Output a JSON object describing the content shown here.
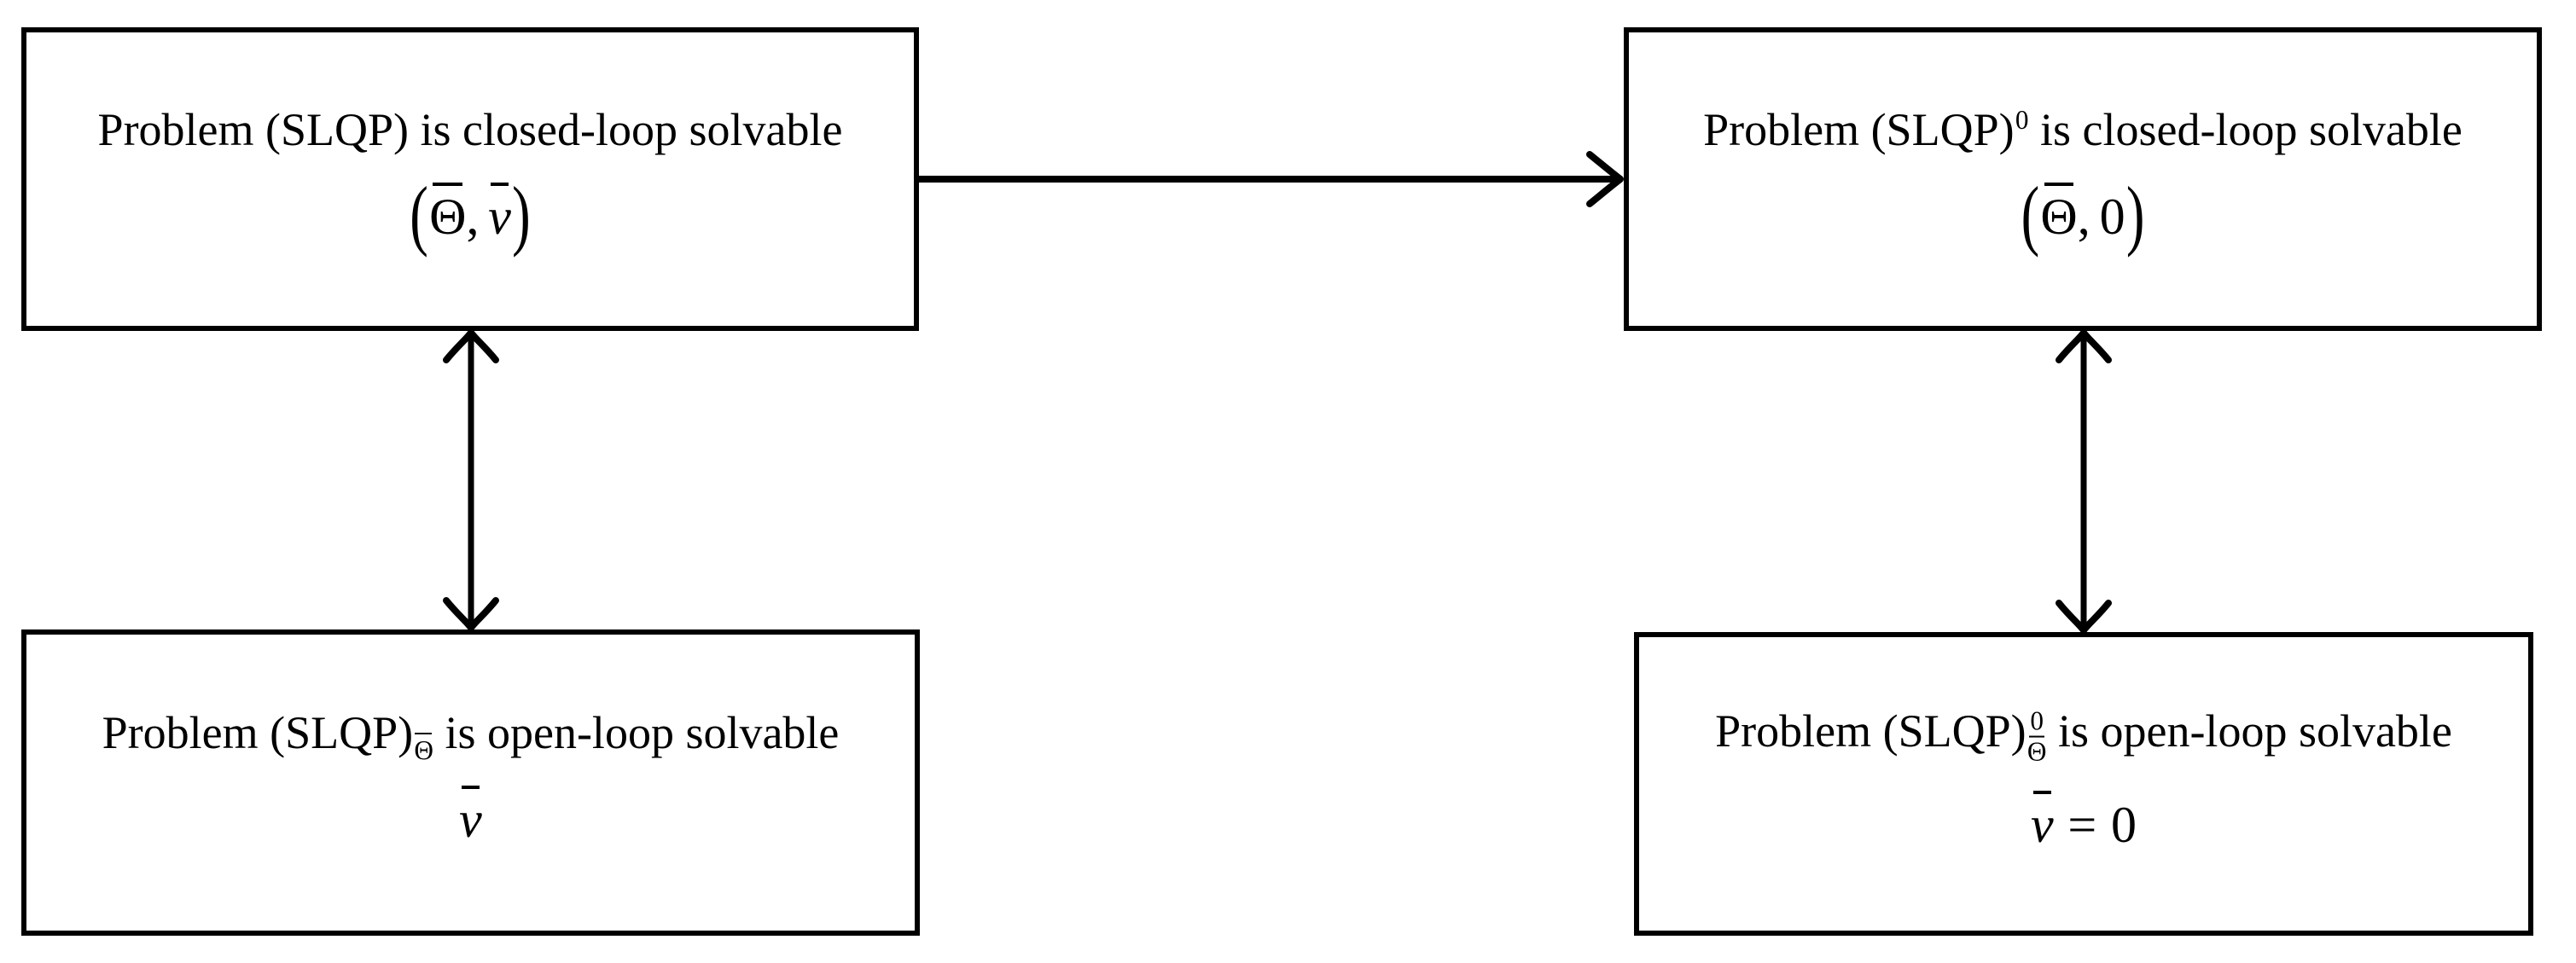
{
  "page": {
    "background": "#ffffff",
    "ink": "#000000"
  },
  "nodes": {
    "top_left": {
      "line1": {
        "prefix": "Problem (SLQP) is closed-loop solvable"
      },
      "line2": {
        "open": "(",
        "theta": "Θ",
        "theta_accent": "bar",
        "comma": ",",
        "second": "v",
        "second_accent": "bar",
        "close": ")"
      }
    },
    "top_right": {
      "line1": {
        "prefix": "Problem (SLQP)",
        "sup": "0",
        "suffix": " is closed-loop solvable"
      },
      "line2": {
        "open": "(",
        "theta": "Θ",
        "theta_accent": "bar",
        "comma": ",",
        "second": "0",
        "close": ")"
      }
    },
    "bottom_left": {
      "line1": {
        "prefix": "Problem (SLQP)",
        "sub": "Θ",
        "sub_accent": "bar",
        "suffix": " is open-loop solvable"
      },
      "line2": {
        "v": "v",
        "v_accent": "bar"
      }
    },
    "bottom_right": {
      "line1": {
        "prefix": "Problem (SLQP)",
        "sup": "0",
        "sub": "Θ",
        "sub_accent": "bar",
        "suffix": " is open-loop solvable"
      },
      "line2": {
        "v": "v",
        "v_accent": "bar",
        "equals": "=",
        "zero": "0"
      }
    }
  },
  "arrows": [
    {
      "from": "top-left-box",
      "to": "top-right-box",
      "direction": "right",
      "heads": "single"
    },
    {
      "from": "top-left-box",
      "to": "bottom-left-box",
      "direction": "vertical",
      "heads": "double"
    },
    {
      "from": "top-right-box",
      "to": "bottom-right-box",
      "direction": "vertical",
      "heads": "double"
    }
  ]
}
